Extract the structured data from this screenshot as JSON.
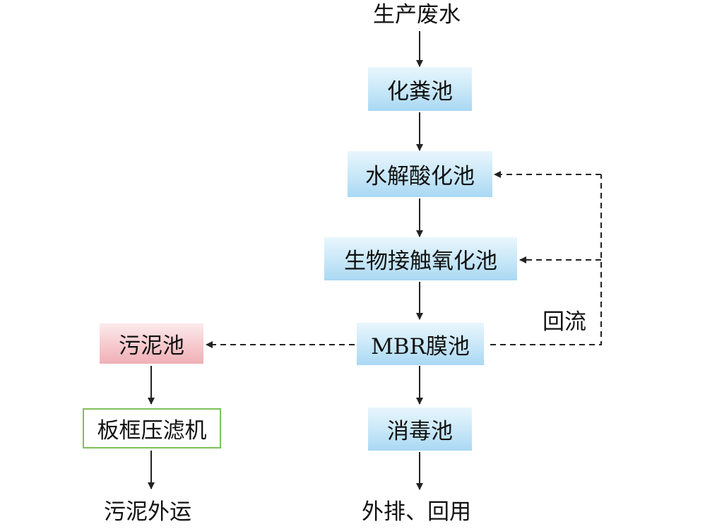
{
  "nodes": {
    "input": "生产废水",
    "septic_tank": "化粪池",
    "hydrolysis_tank": "水解酸化池",
    "contact_oxidation_tank": "生物接触氧化池",
    "mbr_tank": "MBR膜池",
    "disinfection_tank": "消毒池",
    "output": "外排、回用",
    "sludge_tank": "污泥池",
    "filter_press": "板框压滤机",
    "sludge_output": "污泥外运"
  },
  "labels": {
    "recycle": "回流"
  },
  "colors": {
    "process_box": "#b8dff5",
    "sludge_box": "#f4c3c8",
    "filter_box_border": "#7cc25a",
    "arrow": "#222222"
  }
}
